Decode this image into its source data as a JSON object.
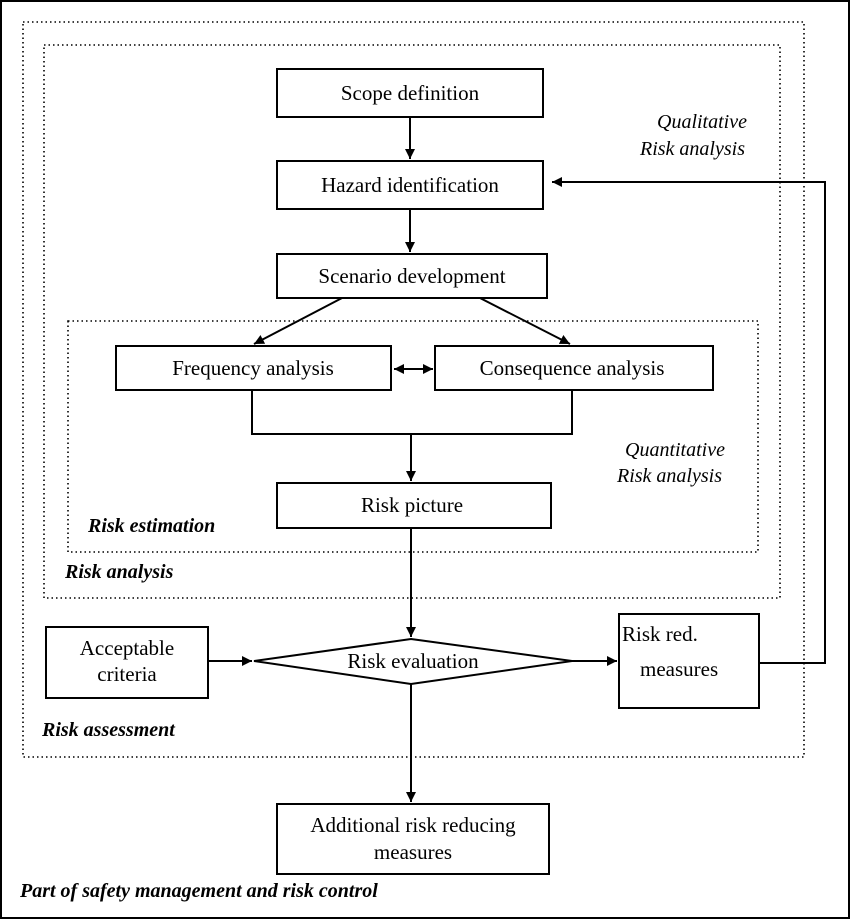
{
  "nodes": {
    "scope": "Scope definition",
    "hazard": "Hazard identification",
    "scenario": "Scenario development",
    "frequency": "Frequency analysis",
    "consequence": "Consequence analysis",
    "risk_picture": "Risk picture",
    "risk_evaluation": "Risk evaluation",
    "acceptable_criteria": [
      "Acceptable",
      "criteria"
    ],
    "risk_red_measures": [
      "Risk red.",
      "measures"
    ],
    "additional_measures": [
      "Additional risk reducing",
      "measures"
    ]
  },
  "regions": {
    "qualitative": [
      "Qualitative",
      "Risk analysis"
    ],
    "quantitative": [
      "Quantitative",
      "Risk analysis"
    ],
    "risk_estimation": "Risk estimation",
    "risk_analysis": "Risk analysis",
    "risk_assessment": "Risk assessment",
    "outer": "Part of safety management and risk control"
  }
}
